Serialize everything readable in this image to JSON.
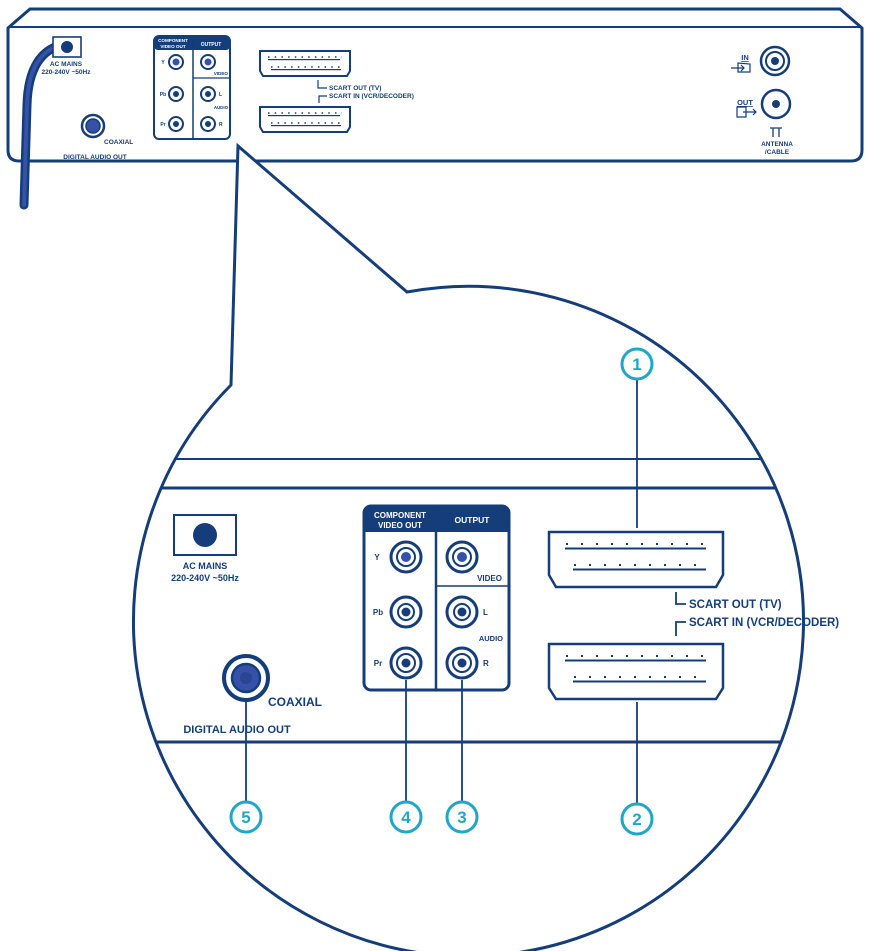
{
  "colors": {
    "outline": "#143d7a",
    "accent": "#1fa6c9",
    "jack_blue": "#3551a8",
    "background": "#ffffff"
  },
  "top_panel": {
    "ac_mains": "AC MAINS",
    "ac_mains_voltage": "220-240V ~50Hz",
    "coaxial": "COAXIAL",
    "digital_audio_out": "DIGITAL AUDIO OUT",
    "component_video_out": [
      "COMPONENT",
      "VIDEO OUT"
    ],
    "output": "OUTPUT",
    "jack_y": "Y",
    "jack_pb": "Pb",
    "jack_pr": "Pr",
    "video": "VIDEO",
    "audio_l": "L",
    "audio": "AUDIO",
    "audio_r": "R",
    "scart_out": "SCART OUT (TV)",
    "scart_in": "SCART IN (VCR/DECODER)",
    "in": "IN",
    "out": "OUT",
    "antenna": "ANTENNA",
    "cable": "/CABLE"
  },
  "zoom_panel": {
    "ac_mains": "AC MAINS",
    "ac_mains_voltage": "220-240V ~50Hz",
    "component_video_out": [
      "COMPONENT",
      "VIDEO OUT"
    ],
    "output": "OUTPUT",
    "jack_y": "Y",
    "jack_pb": "Pb",
    "jack_pr": "Pr",
    "video": "VIDEO",
    "audio_l": "L",
    "audio": "AUDIO",
    "audio_r": "R",
    "scart_out": "SCART OUT (TV)",
    "scart_in": "SCART IN (VCR/DECODER)",
    "coaxial": "COAXIAL",
    "digital_audio_out": "DIGITAL AUDIO OUT"
  },
  "callouts": [
    "1",
    "2",
    "3",
    "4",
    "5"
  ]
}
